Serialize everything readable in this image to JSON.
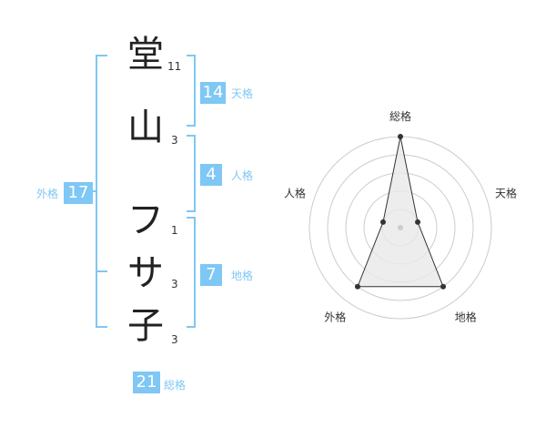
{
  "name": {
    "chars": [
      "堂",
      "山",
      "フ",
      "サ",
      "子"
    ],
    "strokes": [
      "11",
      "3",
      "1",
      "3",
      "3"
    ]
  },
  "scores": {
    "tenkaku": {
      "value": "14",
      "label": "天格"
    },
    "jinkaku": {
      "value": "4",
      "label": "人格"
    },
    "chikaku": {
      "value": "7",
      "label": "地格"
    },
    "gaikaku": {
      "value": "17",
      "label": "外格"
    },
    "soukaku": {
      "value": "21",
      "label": "総格"
    }
  },
  "colors": {
    "accent": "#7fc7f4",
    "text": "#333333",
    "grid": "#cccccc"
  },
  "chart_data": {
    "type": "radar",
    "axes": [
      "総格",
      "天格",
      "地格",
      "外格",
      "人格"
    ],
    "values": [
      5,
      1,
      4,
      4,
      1
    ],
    "range": [
      0,
      5
    ],
    "rings": 5
  }
}
